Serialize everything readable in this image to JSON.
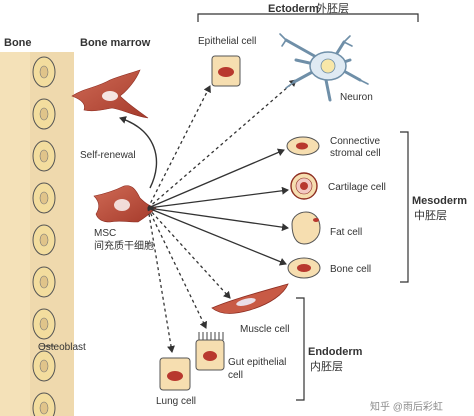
{
  "headers": {
    "bone": "Bone",
    "bone_marrow": "Bone marrow",
    "ectoderm": "Ectoderm",
    "ectoderm_cn": "外胚层",
    "mesoderm": "Mesoderm",
    "mesoderm_cn": "中胚层",
    "endoderm": "Endoderm",
    "endoderm_cn": "内胚层"
  },
  "labels": {
    "self_renewal": "Self-renewal",
    "msc": "MSC",
    "msc_cn": "间充质干细胞",
    "osteoblast": "Osteoblast",
    "epithelial_cell": "Epithelial cell",
    "neuron": "Neuron",
    "connective_line1": "Connective",
    "connective_line2": "stromal cell",
    "cartilage_cell": "Cartilage cell",
    "fat_cell": "Fat cell",
    "bone_cell": "Bone cell",
    "muscle_cell": "Muscle cell",
    "gut_line1": "Gut epithelial",
    "gut_line2": "cell",
    "lung_cell": "Lung cell"
  },
  "watermark": "知乎 @雨后彩虹",
  "colors": {
    "bone_fill": "#f1dcb0",
    "osteoblast_fill": "#f3dd9e",
    "cell_fill": "#f6deb0",
    "nucleus": "#b8382e",
    "msc_fill": "#b84a38",
    "neuron_fill": "#dfeaf3",
    "neuron_stroke": "#6f8fa8",
    "nucleus_yellow": "#f8e7a8",
    "line": "#333333"
  }
}
